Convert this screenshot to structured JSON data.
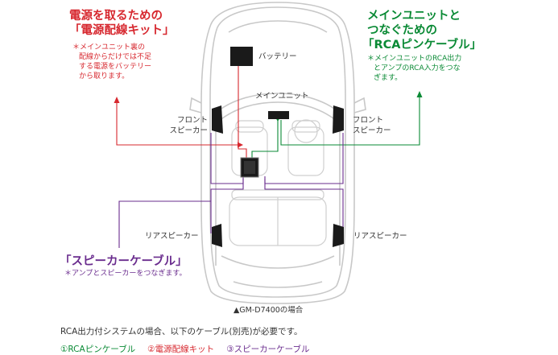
{
  "battery_label": "バッテリー",
  "main_unit_label": "メインユニット",
  "front_speaker_left": [
    "フロント",
    "スピーカー"
  ],
  "front_speaker_right": [
    "フロント",
    "スピーカー"
  ],
  "rear_speaker_left": "リアスピーカー",
  "rear_speaker_right": "リアスピーカー",
  "power_kit": {
    "title": [
      "電源を取るための",
      "「電源配線キット」"
    ],
    "note": [
      "＊メインユニット裏の",
      "配線からだけでは不足",
      "する電源をバッテリー",
      "から取ります。"
    ]
  },
  "rca_cable": {
    "title": [
      "メインユニットと",
      "つなぐための",
      "「RCAピンケーブル」"
    ],
    "note": [
      "＊メインユニットのRCA出力",
      "とアンプのRCA入力をつな",
      "ぎます。"
    ]
  },
  "speaker_cable": {
    "title": "「スピーカーケーブル」",
    "note": "＊アンプとスピーカーをつなぎます。"
  },
  "caption": "▲GM-D7400の場合",
  "footer": {
    "text": "RCA出力付システムの場合、以下のケーブル(別売)が必要です。",
    "items": [
      "①RCAピンケーブル",
      "②電源配線キット",
      "③スピーカーケーブル"
    ]
  },
  "colors": {
    "power": "#d7282f",
    "rca": "#0a8a35",
    "speaker": "#6a2c8e",
    "car_outline": "#c8c8c8",
    "component": "#1a1a1a"
  }
}
